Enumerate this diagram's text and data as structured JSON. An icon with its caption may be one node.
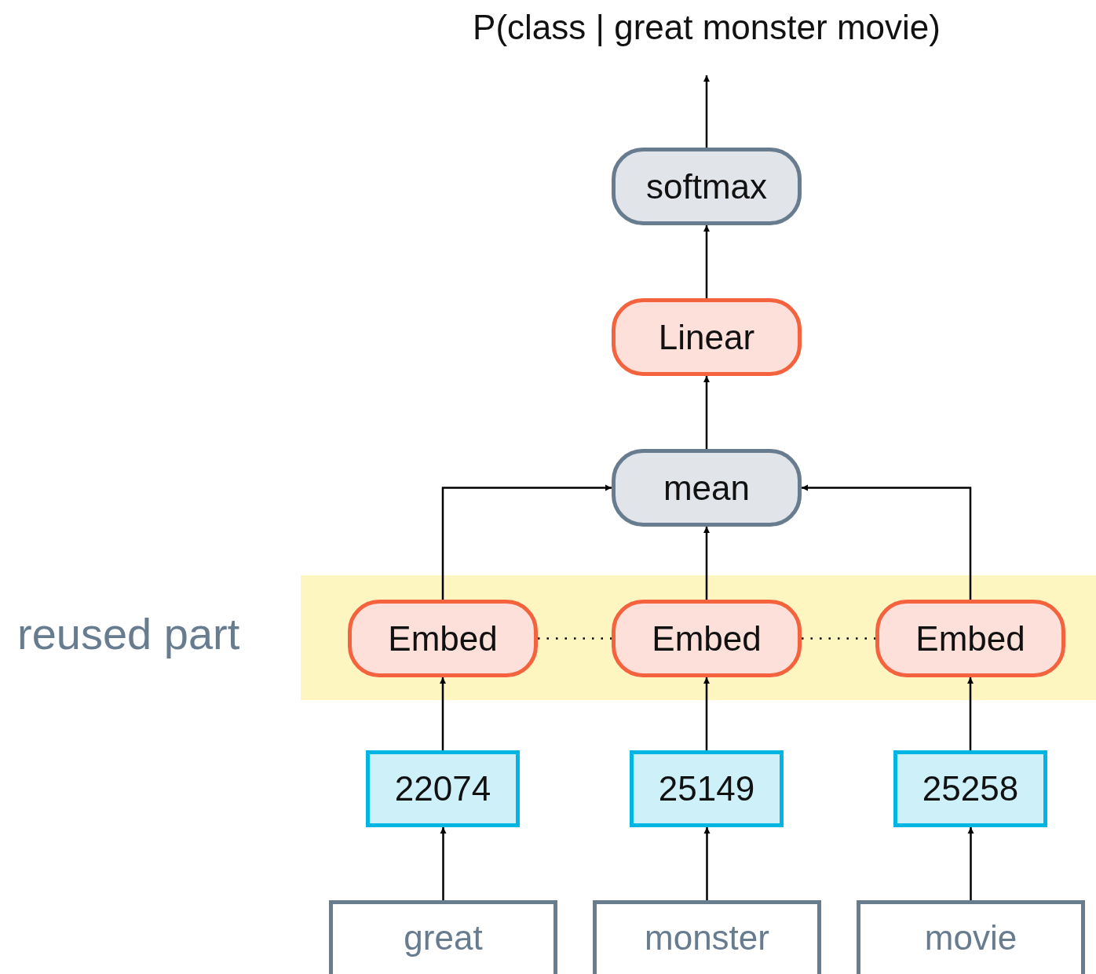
{
  "diagram": {
    "nodes": [
      {
        "text": [
          "P(class | great monster movie)"
        ]
      },
      {
        "text": [
          "softmax"
        ]
      },
      {
        "text": [
          "Linear"
        ]
      },
      {
        "text": [
          "mean"
        ]
      },
      {
        "text": [
          "reused part"
        ]
      },
      {
        "text": [
          "Embed"
        ],
        "in": 4
      },
      {
        "text": [
          "Embed"
        ],
        "in": 4
      },
      {
        "text": [
          "Embed"
        ],
        "in": 4
      },
      {
        "text": [
          "22074"
        ]
      },
      {
        "text": [
          "25149"
        ]
      },
      {
        "text": [
          "25258"
        ]
      },
      {
        "text": [
          "great"
        ]
      },
      {
        "text": [
          "monster"
        ]
      },
      {
        "text": [
          "movie"
        ]
      }
    ],
    "edges": [
      {
        "from": 1,
        "to": 0,
        "arrow": "to"
      },
      {
        "from": 2,
        "to": 1,
        "arrow": "to"
      },
      {
        "from": 3,
        "to": 2,
        "arrow": "to"
      },
      {
        "from": 5,
        "to": 3,
        "arrow": "to"
      },
      {
        "from": 6,
        "to": 3,
        "arrow": "to"
      },
      {
        "from": 7,
        "to": 3,
        "arrow": "to"
      },
      {
        "from": 5,
        "to": 6,
        "arrow": "none",
        "style": "dashed"
      },
      {
        "from": 6,
        "to": 7,
        "arrow": "none",
        "style": "dashed"
      },
      {
        "from": 8,
        "to": 5,
        "arrow": "to"
      },
      {
        "from": 9,
        "to": 6,
        "arrow": "to"
      },
      {
        "from": 10,
        "to": 7,
        "arrow": "to"
      },
      {
        "from": 11,
        "to": 8,
        "arrow": "to"
      },
      {
        "from": 12,
        "to": 9,
        "arrow": "to"
      },
      {
        "from": 13,
        "to": 10,
        "arrow": "to"
      }
    ]
  }
}
